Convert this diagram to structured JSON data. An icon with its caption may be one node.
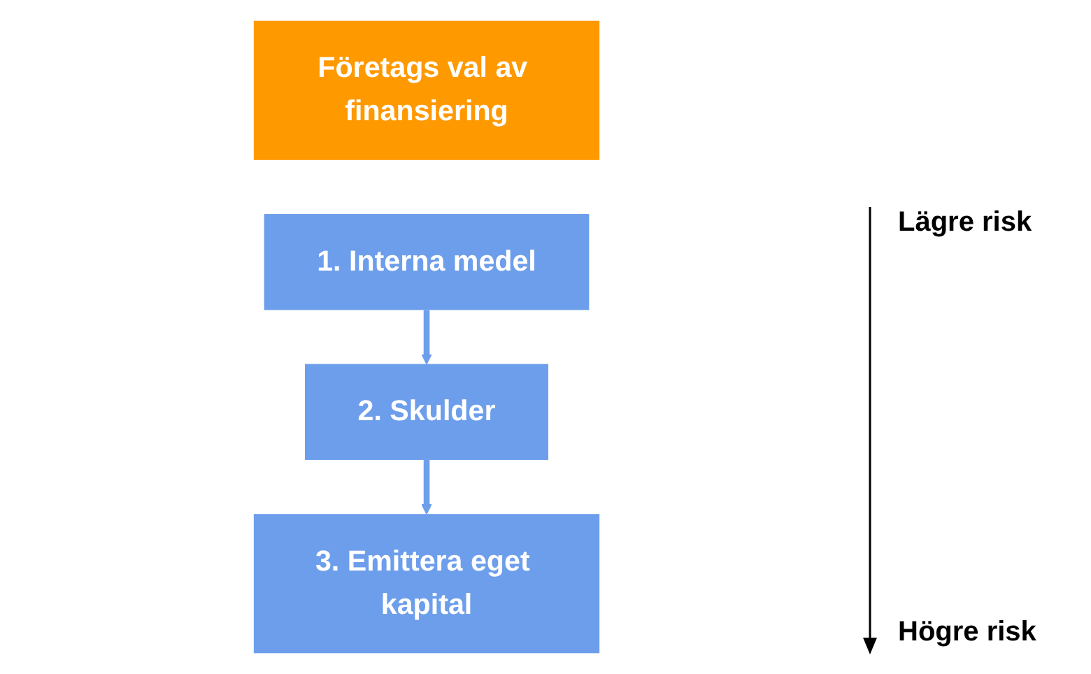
{
  "diagram": {
    "nodes": [
      {
        "text": [
          "Företags val av finansiering"
        ]
      },
      {
        "text": [
          "1. Interna medel"
        ]
      },
      {
        "text": [
          "2. Skulder"
        ]
      },
      {
        "text": [
          "3. Emittera eget kapital"
        ]
      }
    ],
    "edges": [
      {
        "from": 1,
        "to": 2,
        "arrow": "to"
      },
      {
        "from": 2,
        "to": 3,
        "arrow": "to"
      }
    ],
    "labels": [
      "Lägre risk",
      "Högre risk"
    ]
  }
}
